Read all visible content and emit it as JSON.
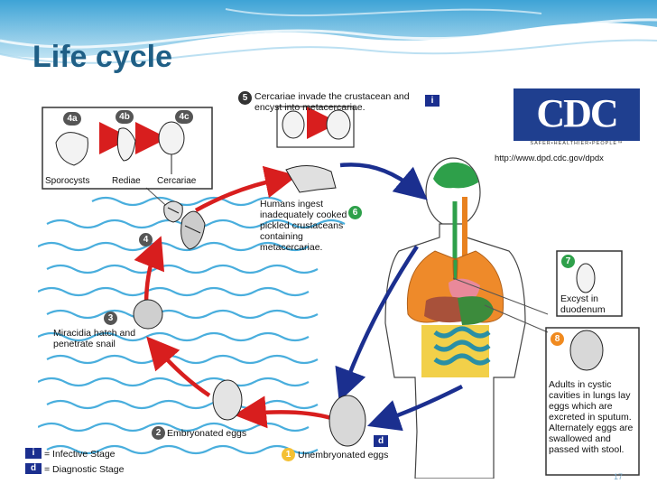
{
  "slide": {
    "title": "Life cycle",
    "page_number": "17"
  },
  "cdc": {
    "logo_text": "CDC",
    "tagline": "SAFER•HEALTHIER•PEOPLE™",
    "url": "http://www.dpd.cdc.gov/dpdx"
  },
  "stages": {
    "s1": {
      "num": "1",
      "label": "Unembryonated eggs"
    },
    "s2": {
      "num": "2",
      "label": "Embryonated eggs"
    },
    "s3": {
      "num": "3",
      "label": "Miracidia hatch and penetrate snail"
    },
    "s4": {
      "num": "4"
    },
    "s4a": {
      "num": "4a",
      "label": "Sporocysts"
    },
    "s4b": {
      "num": "4b",
      "label": "Rediae"
    },
    "s4c": {
      "num": "4c",
      "label": "Cercariae"
    },
    "s5": {
      "num": "5",
      "label": "Cercariae invade the crustacean and encyst into metacercariae."
    },
    "s6": {
      "num": "6",
      "label": "Humans ingest inadequately cooked or pickled crustaceans containing metacercariae."
    },
    "s7": {
      "num": "7",
      "label": "Excyst in duodenum"
    },
    "s8": {
      "num": "8",
      "label": "Adults in cystic cavities in lungs lay eggs which are excreted in sputum. Alternately eggs are swallowed and passed with stool."
    }
  },
  "markers": {
    "infective": "i",
    "diagnostic": "d"
  },
  "legend": {
    "infective": "= Infective Stage",
    "diagnostic": "= Diagnostic Stage"
  },
  "colors": {
    "red_arrow": "#d81e1e",
    "blue_arrow": "#1b2f8f",
    "title": "#1f5f86",
    "cdc_blue": "#1f3f8f"
  }
}
